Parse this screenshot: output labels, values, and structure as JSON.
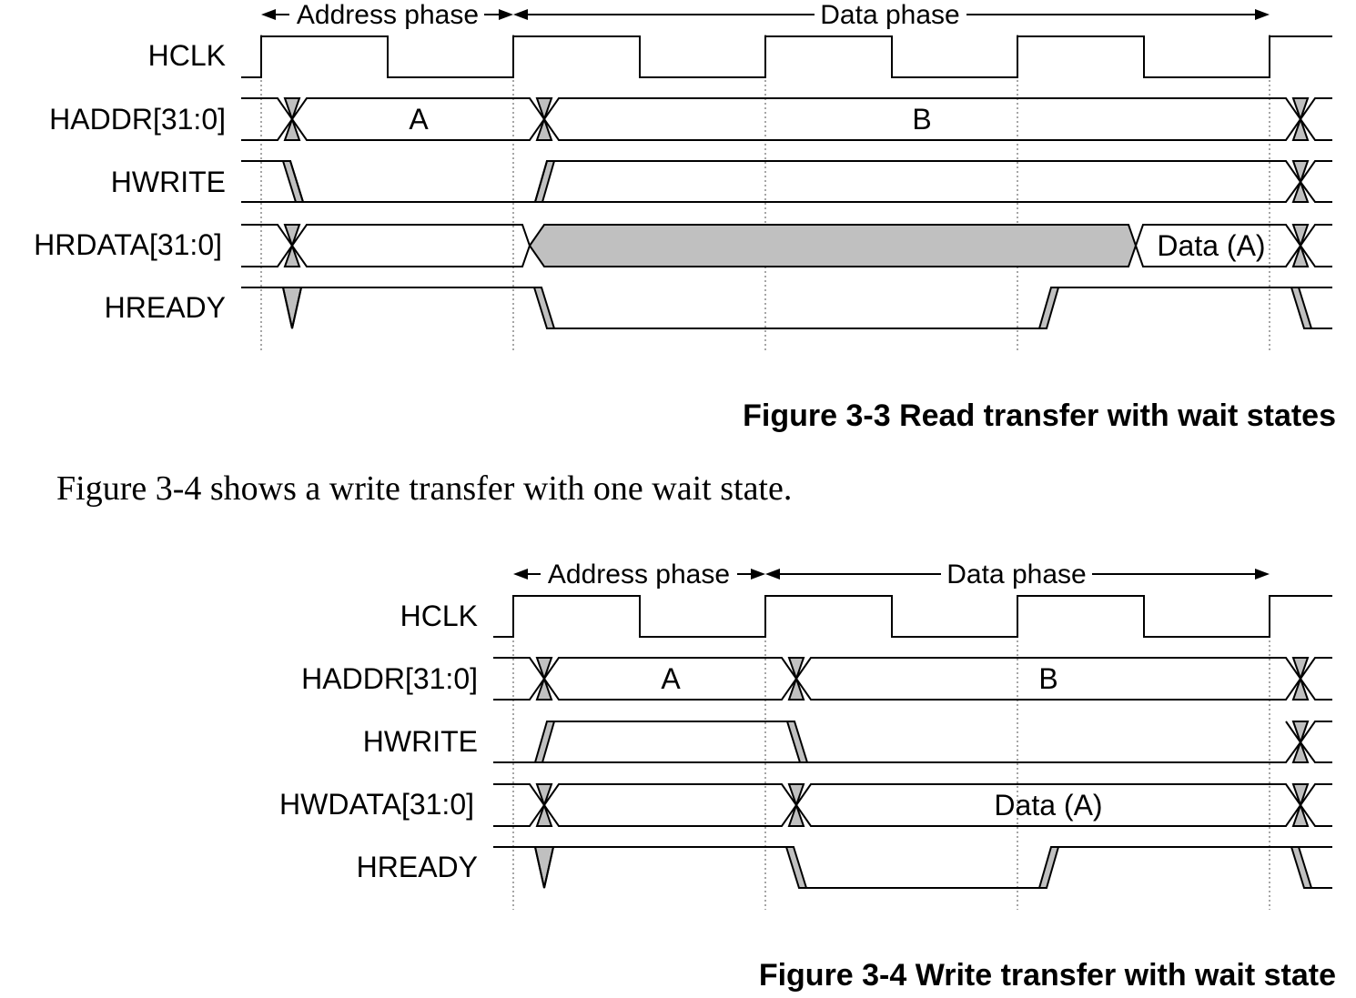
{
  "figure1": {
    "phase_address": "Address phase",
    "phase_data": "Data phase",
    "signals": [
      "HCLK",
      "HADDR[31:0]",
      "HWRITE",
      "HRDATA[31:0]",
      "HREADY"
    ],
    "addr_a": "A",
    "addr_b": "B",
    "data_label": "Data (A)",
    "caption": "Figure 3-3 Read transfer with wait states"
  },
  "body_text": "Figure 3-4 shows a write transfer with one wait state.",
  "figure2": {
    "phase_address": "Address phase",
    "phase_data": "Data phase",
    "signals": [
      "HCLK",
      "HADDR[31:0]",
      "HWRITE",
      "HWDATA[31:0]",
      "HREADY"
    ],
    "addr_a": "A",
    "addr_b": "B",
    "data_label": "Data (A)",
    "caption": "Figure 3-4 Write transfer with wait state"
  },
  "colors": {
    "edge_fill": "#c0c0c0",
    "line": "#000000",
    "grid": "#888888"
  }
}
